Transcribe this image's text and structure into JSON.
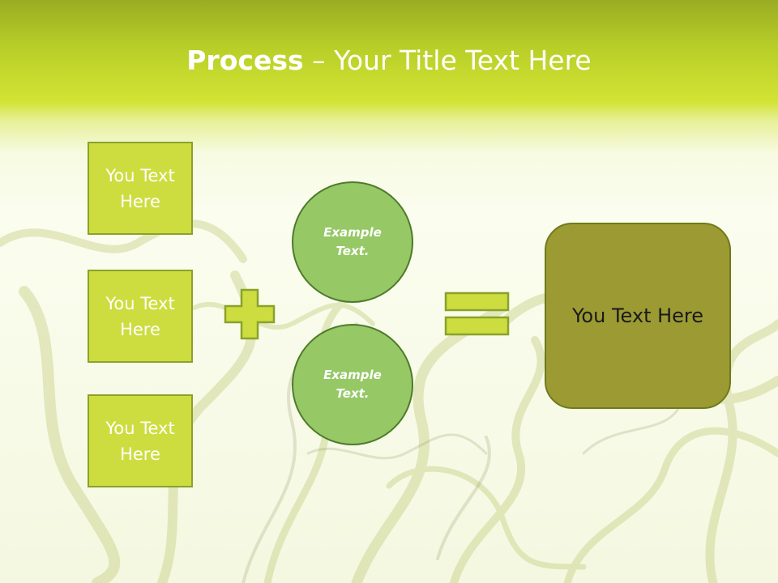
{
  "slide": {
    "title_bold": "Process",
    "title_rest": " – Your Title Text Here",
    "left_boxes": [
      {
        "label": "You Text Here"
      },
      {
        "label": "You Text Here"
      },
      {
        "label": "You Text Here"
      }
    ],
    "circles": [
      {
        "label": "Example Text."
      },
      {
        "label": "Example Text."
      }
    ],
    "result_label": "You Text Here"
  },
  "colors": {
    "accent_lime": "#cddd3f",
    "circle_green": "#96c866",
    "result_olive": "#9c9a32",
    "header_gradient_top": "#9aac22"
  },
  "icons": {
    "plus": "plus-icon",
    "equals": "equals-icon"
  }
}
